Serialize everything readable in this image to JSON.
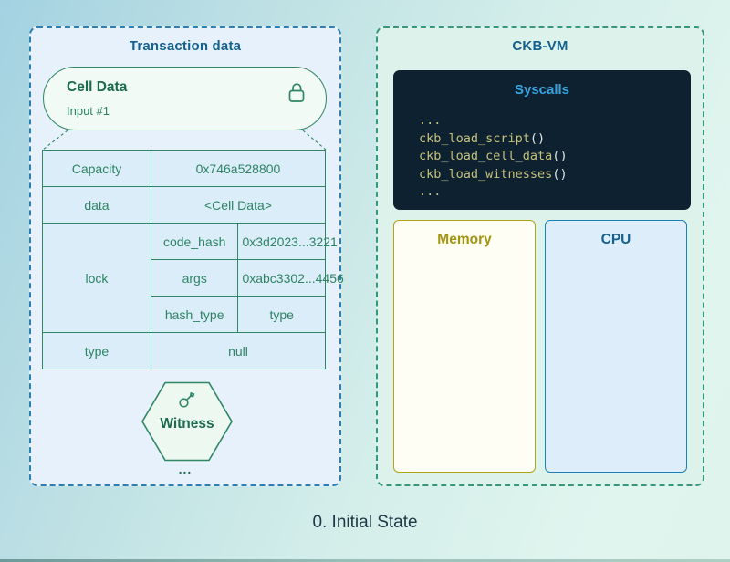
{
  "page": {
    "caption": "0. Initial State"
  },
  "left_panel": {
    "title": "Transaction data",
    "cell": {
      "title": "Cell Data",
      "subtitle": "Input #1"
    },
    "table": {
      "rows": [
        {
          "key": "Capacity",
          "value": "0x746a528800"
        },
        {
          "key": "data",
          "value": "<Cell Data>"
        },
        {
          "key": "lock",
          "children": [
            {
              "key": "code_hash",
              "value": "0x3d2023...3221"
            },
            {
              "key": "args",
              "value": "0xabc3302...4456"
            },
            {
              "key": "hash_type",
              "value": "type"
            }
          ]
        },
        {
          "key": "type",
          "value": "null"
        }
      ]
    },
    "witness": {
      "label": "Witness"
    },
    "ellipsis": "..."
  },
  "right_panel": {
    "title": "CKB-VM",
    "syscalls": {
      "title": "Syscalls",
      "lines": [
        {
          "name": "...",
          "suffix": ""
        },
        {
          "name": "ckb_load_script",
          "suffix": "()"
        },
        {
          "name": "ckb_load_cell_data",
          "suffix": "()"
        },
        {
          "name": "ckb_load_witnesses",
          "suffix": "()"
        },
        {
          "name": "...",
          "suffix": ""
        }
      ]
    },
    "memory": {
      "label": "Memory"
    },
    "cpu": {
      "label": "CPU"
    }
  },
  "colors": {
    "left_panel_border": "#2c7eb3",
    "right_panel_border": "#37977d",
    "panel_title": "#14618f",
    "green_stroke": "#2e8662",
    "green_text": "#1c6b4f",
    "syscalls_bg": "#0d2130",
    "syscalls_title": "#38a3de",
    "code_text": "#c6c17c",
    "memory_accent": "#b1a316",
    "cpu_accent": "#1c80b8",
    "caption_text": "#1e3847"
  }
}
